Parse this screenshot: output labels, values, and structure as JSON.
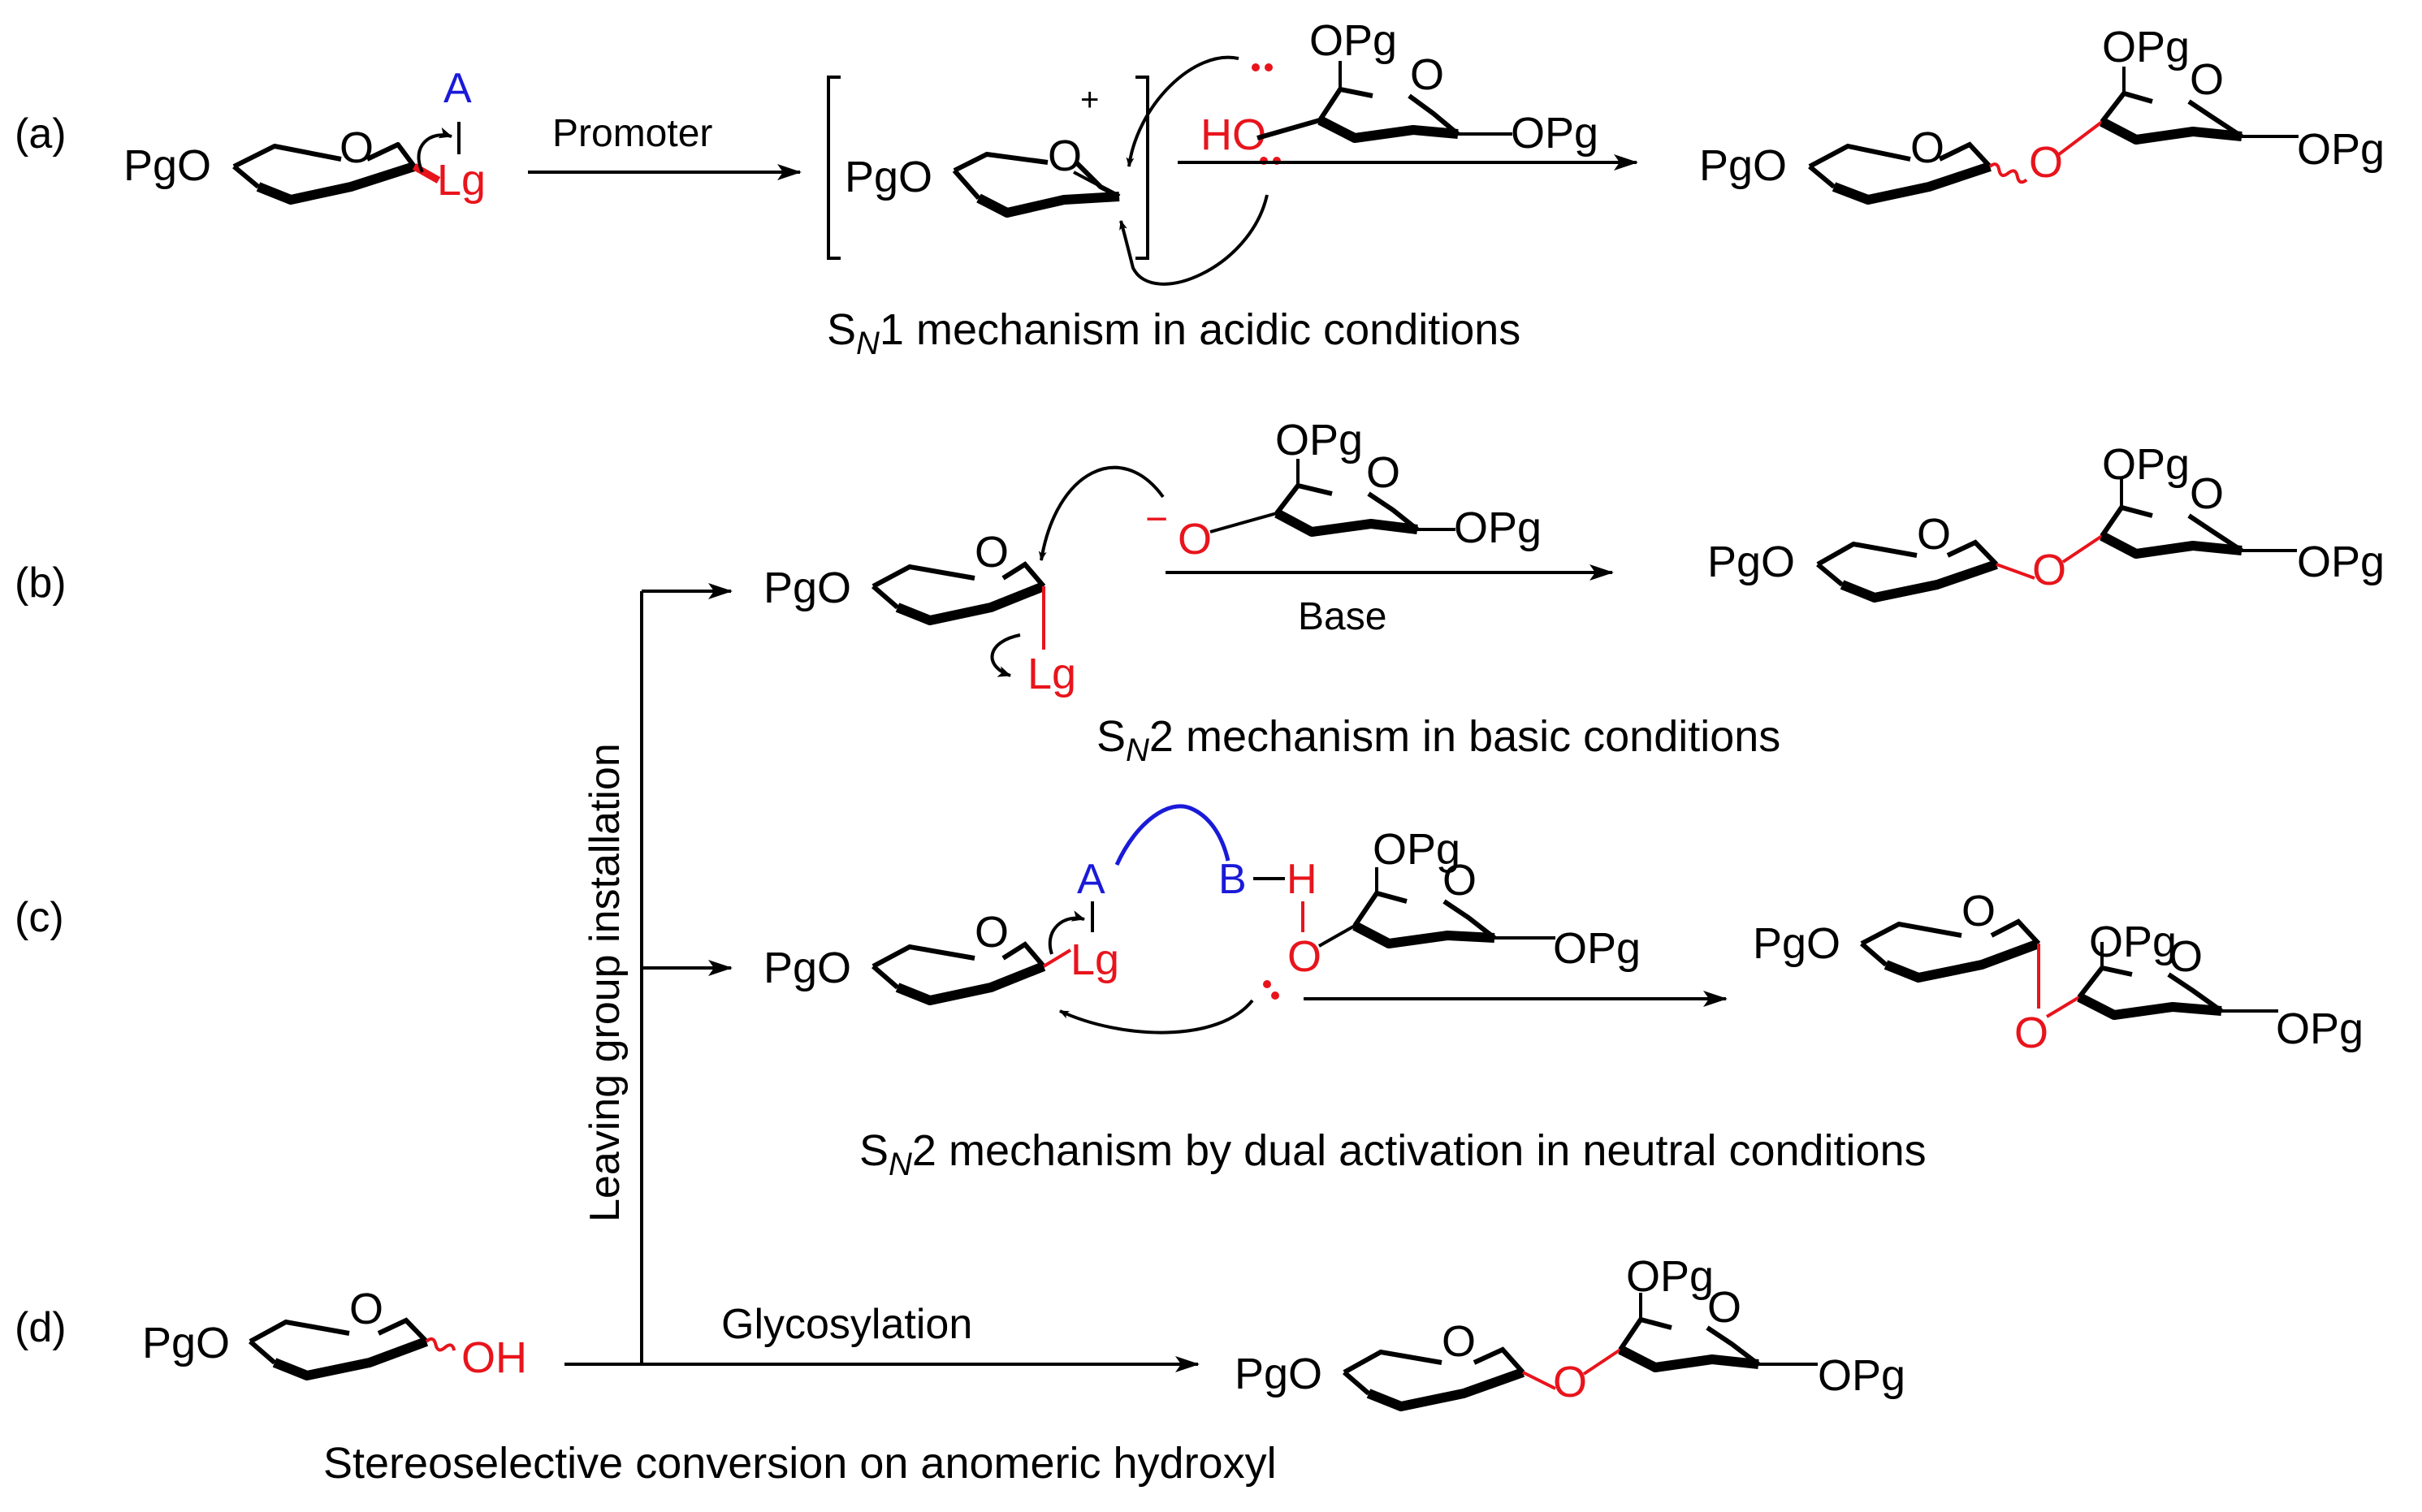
{
  "rows": {
    "a": {
      "tag": "(a)",
      "reagent": "Promoter",
      "caption_prefix": "S",
      "caption_sub": "N",
      "caption_rest": "1 mechanism in acidic conditions"
    },
    "b": {
      "tag": "(b)",
      "reagent": "Base",
      "caption_prefix": "S",
      "caption_sub": "N",
      "caption_rest": "2 mechanism in basic conditions"
    },
    "c": {
      "tag": "(c)",
      "caption_prefix": "S",
      "caption_sub": "N",
      "caption_rest": "2 mechanism by dual activation in neutral conditions"
    },
    "d": {
      "tag": "(d)",
      "reagent": "Glycosylation",
      "caption": "Stereoselective conversion on anomeric hydroxyl"
    }
  },
  "branch_label": "Leaving group installation",
  "atoms": {
    "pgo": "PgO",
    "opg": "OPg",
    "ring_o": "O",
    "bridge_o": "O",
    "lg": "Lg",
    "a": "A",
    "b": "B",
    "h": "H",
    "ho": "HO",
    "oh": "OH",
    "plus": "+",
    "minus": "−"
  },
  "colors": {
    "black": "#000000",
    "red": "#e8141c",
    "blue": "#1a1ad9"
  }
}
